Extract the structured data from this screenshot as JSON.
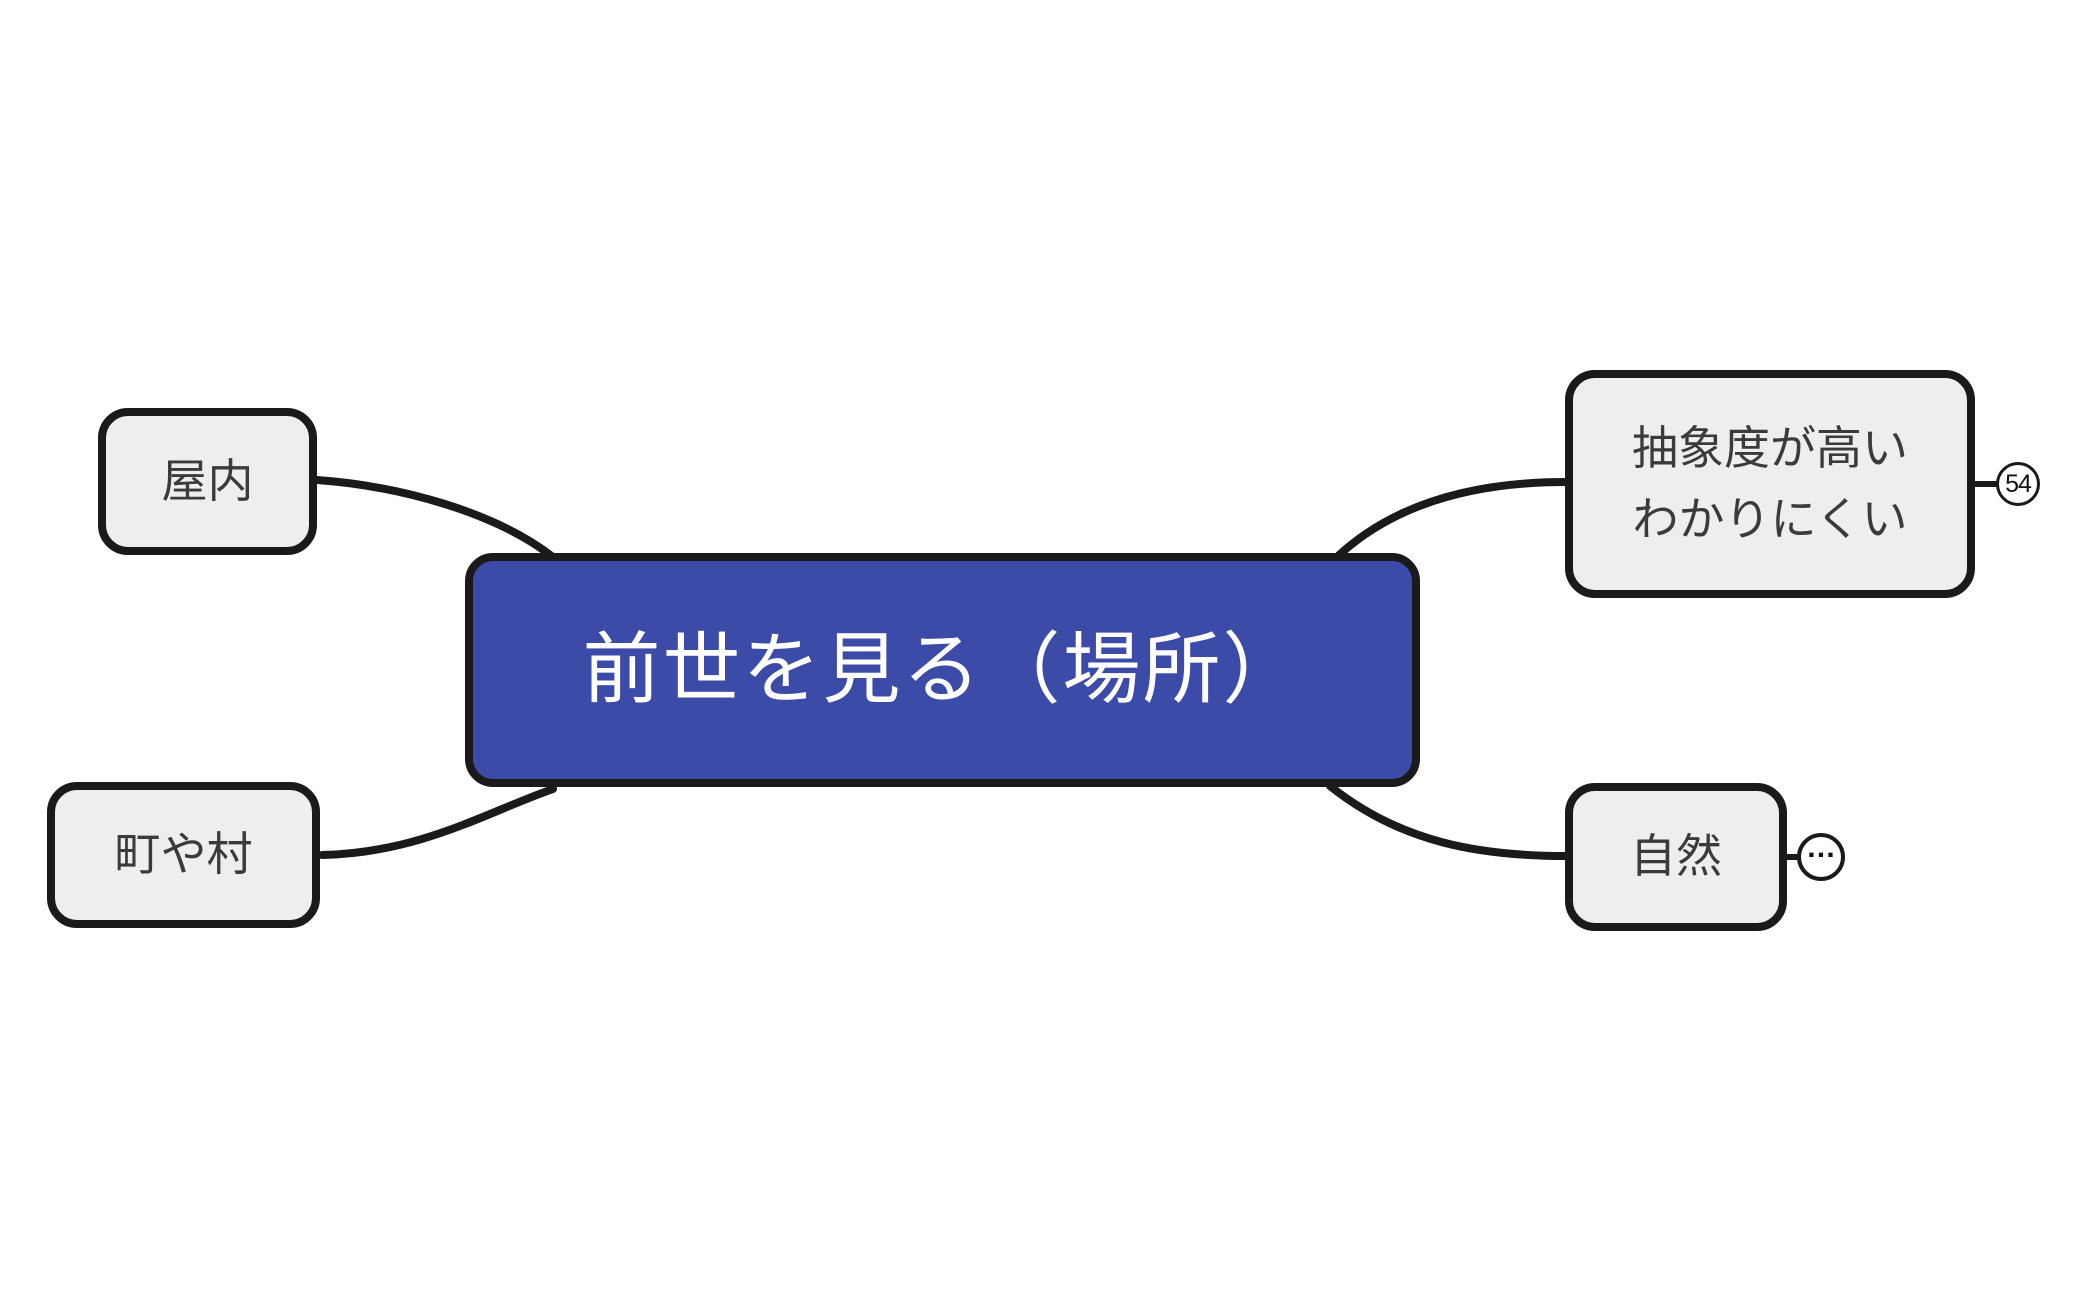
{
  "colors": {
    "canvas_bg": "#ffffff",
    "central_fill": "#3D4BA8",
    "central_text": "#ffffff",
    "node_fill": "#eeeeee",
    "node_border": "#1a1a1a",
    "node_text": "#3b3b3b",
    "connector": "#1a1a1a"
  },
  "central": {
    "label": "前世を見る（場所）"
  },
  "nodes": {
    "indoor": {
      "label": "屋内"
    },
    "town": {
      "label": "町や村"
    },
    "abstract": {
      "label": "抽象度が高い\nわかりにくい"
    },
    "nature": {
      "label": "自然"
    }
  },
  "badges": {
    "abstract_count": "54",
    "nature_more": "…"
  }
}
